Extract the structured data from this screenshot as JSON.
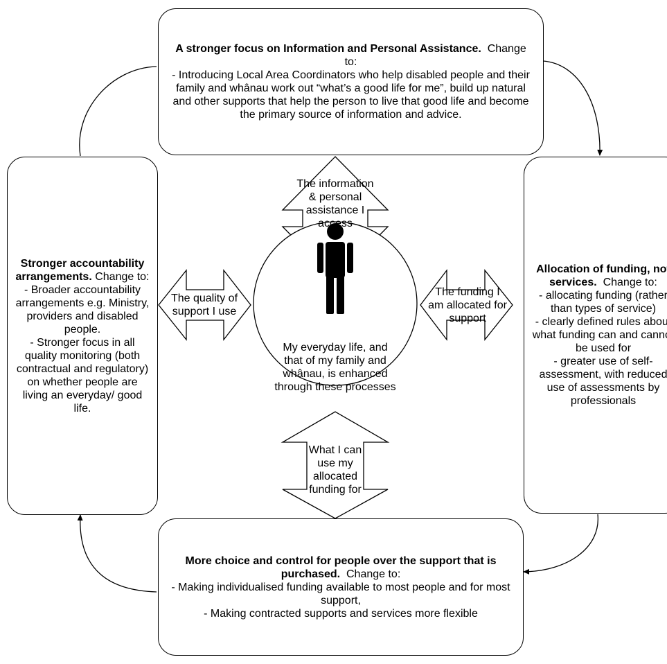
{
  "top_box": {
    "heading": "A stronger focus on Information and Personal Assistance.",
    "change": "Change to:",
    "body": "- Introducing Local Area Coordinators who help disabled people and their family and whânau work out “what’s a good life for me”, build up natural and other supports that help the person to live that good life and become the primary source of information and advice."
  },
  "right_box": {
    "heading": "Allocation of funding, not services.",
    "change": "Change to:",
    "lines": [
      "- allocating funding (rather than types of service)",
      "- clearly defined rules about what funding can and cannot be used for",
      "- greater use of self-assessment, with reduced use of assessments by professionals"
    ]
  },
  "bottom_box": {
    "heading": "More choice and control for people over the support that is purchased.",
    "change": "Change to:",
    "lines": [
      "- Making individualised funding available to most people and for most support,",
      "- Making contracted supports and services more flexible"
    ]
  },
  "left_box": {
    "heading": "Stronger accountability arrangements.",
    "change": "Change to:",
    "lines": [
      "- Broader accountability arrangements e.g. Ministry, providers and disabled people.",
      "- Stronger focus in all quality monitoring (both contractual and regulatory) on whether people are living an everyday/ good life."
    ]
  },
  "arrows": {
    "top": "The information & personal assistance I access",
    "right": "The funding I am allocated for support",
    "bottom": "What I can use my allocated funding for",
    "left": "The quality of support I use"
  },
  "center": {
    "icon": "person-icon",
    "text": "My everyday life, and that of my family and whânau, is enhanced through these processes"
  }
}
